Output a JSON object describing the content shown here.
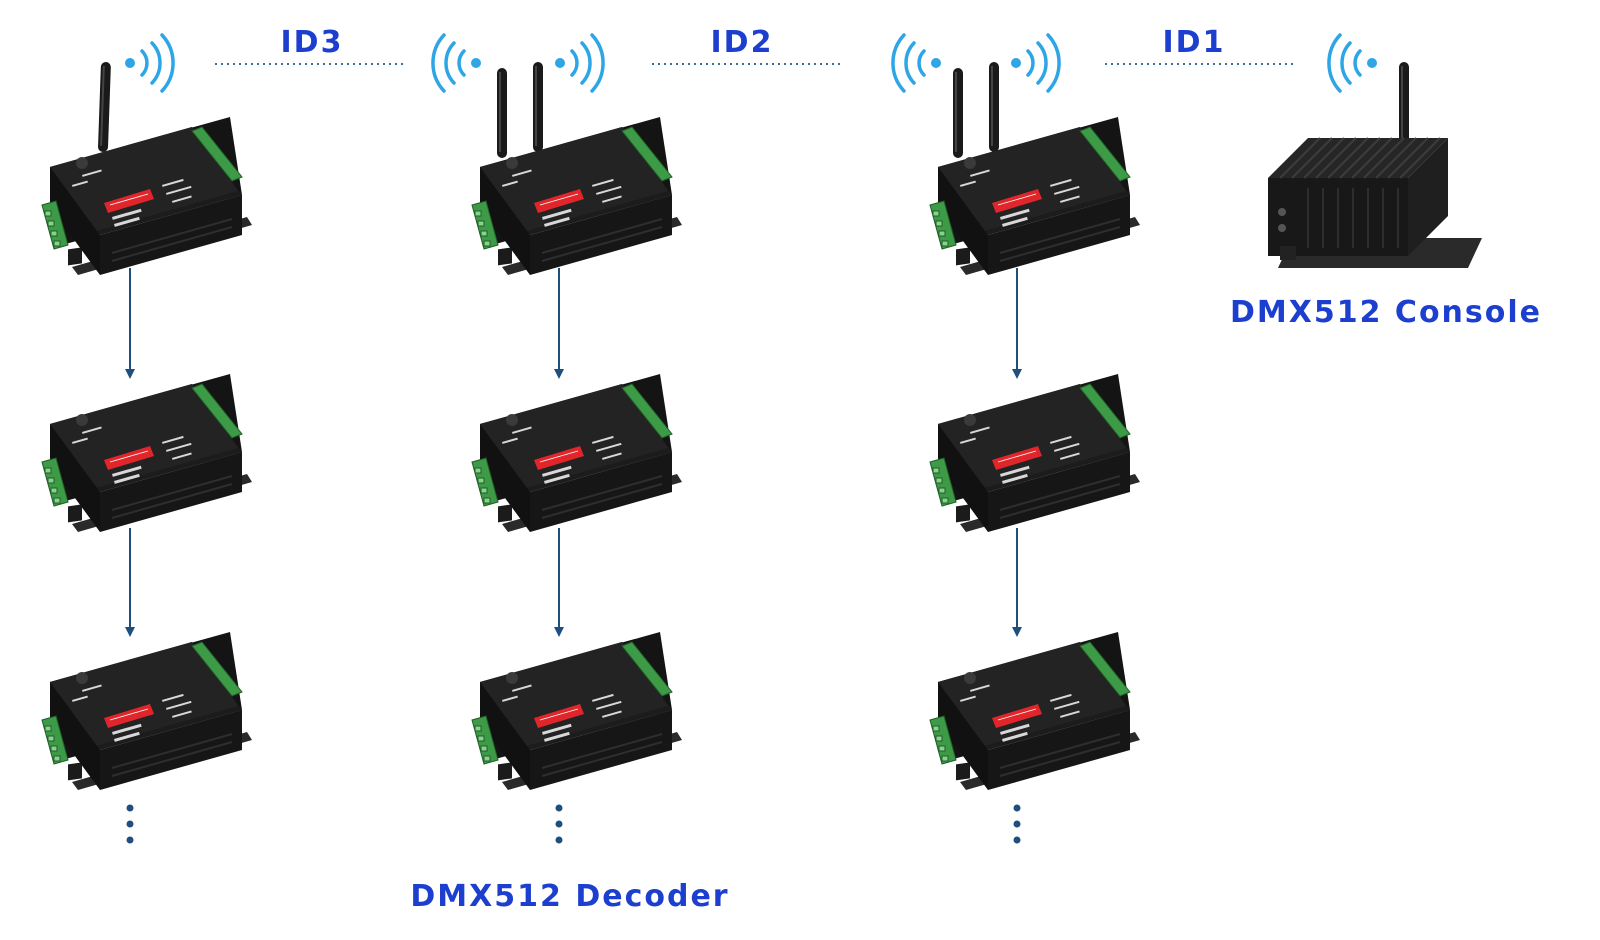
{
  "links": [
    {
      "id": "ID3"
    },
    {
      "id": "ID2"
    },
    {
      "id": "ID1"
    }
  ],
  "labels": {
    "decoder": "DMX512 Decoder",
    "console": "DMX512 Console"
  },
  "colors": {
    "label": "#1d3fd0",
    "wifi": "#2ea6e6",
    "link_line": "#3d6f96",
    "arrow": "#1f4f7c",
    "device_body": "#1b1b1b",
    "terminal": "#3d9a46",
    "dip_switch": "#e0262a"
  },
  "icons": {
    "wireless_signal": "wifi-signal-icon",
    "arrow": "down-arrow-icon",
    "continuation": "vertical-ellipsis-icon"
  }
}
